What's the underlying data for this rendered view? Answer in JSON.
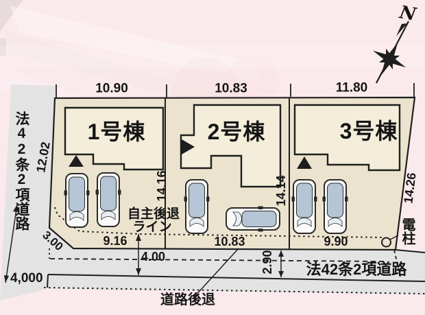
{
  "colors": {
    "bg": "#fbeaec",
    "road": "#e4e3e4",
    "parcel": "#ece3cf",
    "building": "#f3edda",
    "line": "#1e1e1e",
    "text": "#151515",
    "glass": "#b5c5d5",
    "car_body": "#fafaf8"
  },
  "compass": {
    "north_label": "N"
  },
  "roads": {
    "left_label": "法42条2項道路",
    "bottom_label": "法42条2項道路"
  },
  "plots": [
    {
      "name": "1号棟",
      "top_width": "10.90",
      "bottom_width": "9.16",
      "depth": "14.16"
    },
    {
      "name": "2号棟",
      "top_width": "10.83",
      "bottom_width": "10.83",
      "depth": "14.14"
    },
    {
      "name": "3号棟",
      "top_width": "11.80",
      "bottom_width": "9.90",
      "depth": "14.26"
    }
  ],
  "dimensions": {
    "left_road_length": "12.02",
    "corner_chamfer": "3.00",
    "road_width_after_setback": "4.00",
    "road_width_existing": "2.90",
    "road_width_mm": "4,000"
  },
  "labels": {
    "setback_line_1": "自主後退",
    "setback_line_2": "ライン",
    "road_setback": "道路後退",
    "utility_pole": "電柱"
  }
}
